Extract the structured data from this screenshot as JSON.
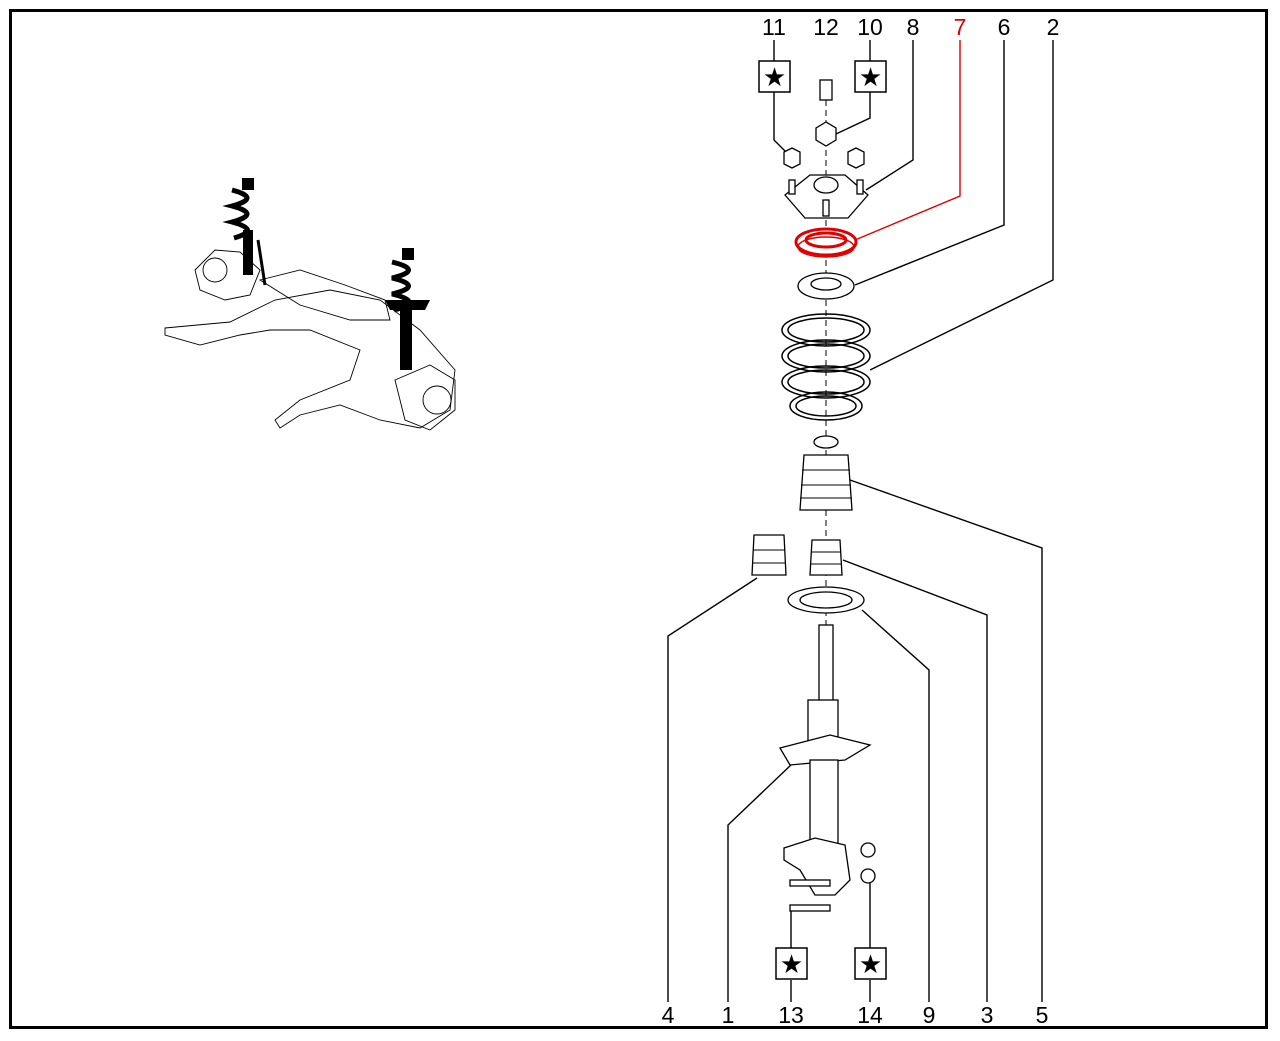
{
  "diagram": {
    "title": "Front suspension strut assembly - exploded view",
    "highlight_color": "#e00000",
    "callouts_top": [
      {
        "id": "11",
        "label": "11",
        "has_star": true
      },
      {
        "id": "12",
        "label": "12",
        "has_star": false
      },
      {
        "id": "10",
        "label": "10",
        "has_star": true
      },
      {
        "id": "8",
        "label": "8",
        "has_star": false
      },
      {
        "id": "7",
        "label": "7",
        "has_star": false,
        "highlighted": true
      },
      {
        "id": "6",
        "label": "6",
        "has_star": false
      },
      {
        "id": "2",
        "label": "2",
        "has_star": false
      }
    ],
    "callouts_bottom": [
      {
        "id": "4",
        "label": "4",
        "has_star": false
      },
      {
        "id": "1",
        "label": "1",
        "has_star": false
      },
      {
        "id": "13",
        "label": "13",
        "has_star": true
      },
      {
        "id": "14",
        "label": "14",
        "has_star": true
      },
      {
        "id": "9",
        "label": "9",
        "has_star": false
      },
      {
        "id": "3",
        "label": "3",
        "has_star": false
      },
      {
        "id": "5",
        "label": "5",
        "has_star": false
      }
    ],
    "star_symbol": "★"
  }
}
